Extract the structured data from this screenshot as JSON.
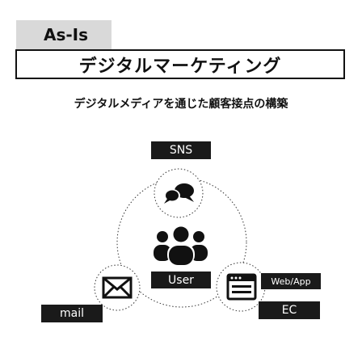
{
  "header": {
    "tag": "As-Is",
    "title": "デジタルマーケティング"
  },
  "subtitle": "デジタルメディアを通じた顧客接点の構築",
  "nodes": {
    "sns": "SNS",
    "user": "User",
    "web_app": "Web/App",
    "ec": "EC",
    "mail": "mail"
  },
  "icons": [
    "chat-bubbles-icon",
    "users-group-icon",
    "envelope-icon",
    "browser-window-icon"
  ],
  "colors": {
    "ink": "#111111",
    "tag_bg": "#d9d9d9",
    "label_bg": "#1a1a1a",
    "label_text": "#ffffff"
  }
}
